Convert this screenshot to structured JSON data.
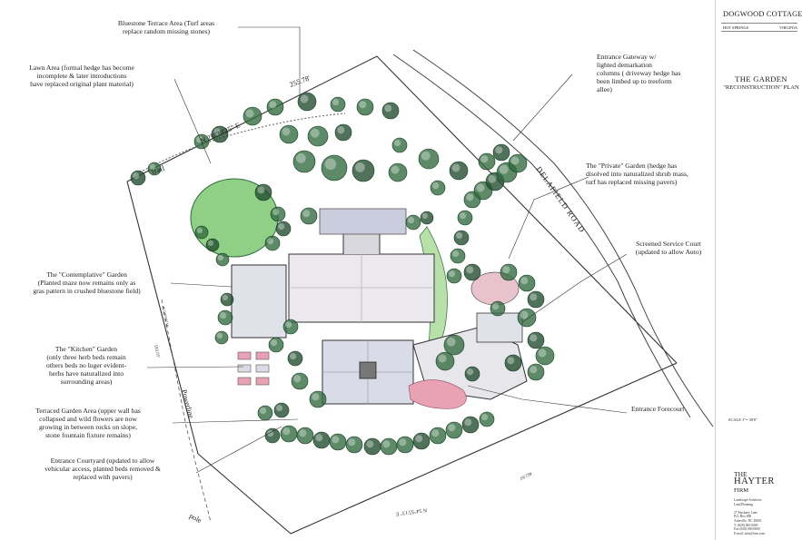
{
  "title_block": {
    "project": "DOGWOOD COTTAGE",
    "location_left": "HOT SPRINGS",
    "location_right": "VIRGINIA",
    "sheet_title": "THE GARDEN",
    "sheet_subtitle": "\"RECONSTRUCTION\" PLAN",
    "scale_note": "SCALE 1\"= 30'0\"",
    "firm_line1": "THE",
    "firm_line2": "HAYTER",
    "firm_line3": "FIRM",
    "firm_details": "Landscape Architects\nLand Planning\n\n27 Pinckney Lane\nP.O. Box 000\nAsheville, NC 28801\nT: (828) 000-0000\nFax (828) 000-0000\nE-mail: info@firm.com"
  },
  "plan_labels": {
    "bearing_north": "N 25°39'25\" E",
    "distance_north": "255.78'",
    "trail": "trail",
    "road": "DELAFIELD ROAD",
    "powerline": "Powerline",
    "pole": "pole",
    "south_bearing": "N 54°55'13\" E",
    "south_distance": "462.93'",
    "west_bearing": "N 00°00' W",
    "west_distance": "183.05'"
  },
  "annotations": [
    {
      "id": "bluestone-terrace",
      "text": "Bluestone Terrace Area  (Turf areas\nreplace random missing stones)"
    },
    {
      "id": "lawn-area",
      "text": "Lawn Area (formal hedge has become\nincomplete & later introductions\nhave replaced original plant material)"
    },
    {
      "id": "entrance-gateway",
      "text": "Entrance Gateway w/\nlighted demarkation\ncolumns ( driveway hedge has\nbeen limbed up to treeform\nallee)"
    },
    {
      "id": "private-garden",
      "text": "The \"Private\" Garden (hedge has\ndisolved into naturalized shrub mass,\nturf has replaced missing pavers)"
    },
    {
      "id": "contemplative-garden",
      "text": "The \"Contemplative\" Garden\n(Planted maze now remains only as\ngras pattern in crushed bluestone field)"
    },
    {
      "id": "service-court",
      "text": "Screened Service Court\n(updated to allow Auto)"
    },
    {
      "id": "kitchen-garden",
      "text": "The \"Kitchen\" Garden\n(only three herb beds remain\nothers beds no luger evident-\nherbs have naturalized into\nsurrounding areas)"
    },
    {
      "id": "terraced-garden",
      "text": "Terraced Garden Area (upper wall has\ncollapsed and wild flowers are now\ngrowing in between rocks on slope,\nstone fountain fixture remains)"
    },
    {
      "id": "entrance-forecourt",
      "text": "Entrance Forecourt"
    },
    {
      "id": "entrance-courtyard",
      "text": "Entrance Courtyard (updated to allow\nvehicular access, planted beds removed &\nreplaced with pavers)"
    }
  ],
  "colors": {
    "tree_green": "#2f6a3c",
    "tree_dark": "#1f4a2c",
    "lawn_green": "#8fcf86",
    "bluestone": "#c9cddd",
    "paving": "#e8e6ea",
    "pink_bed": "#e8a2b4",
    "line": "#333333"
  }
}
